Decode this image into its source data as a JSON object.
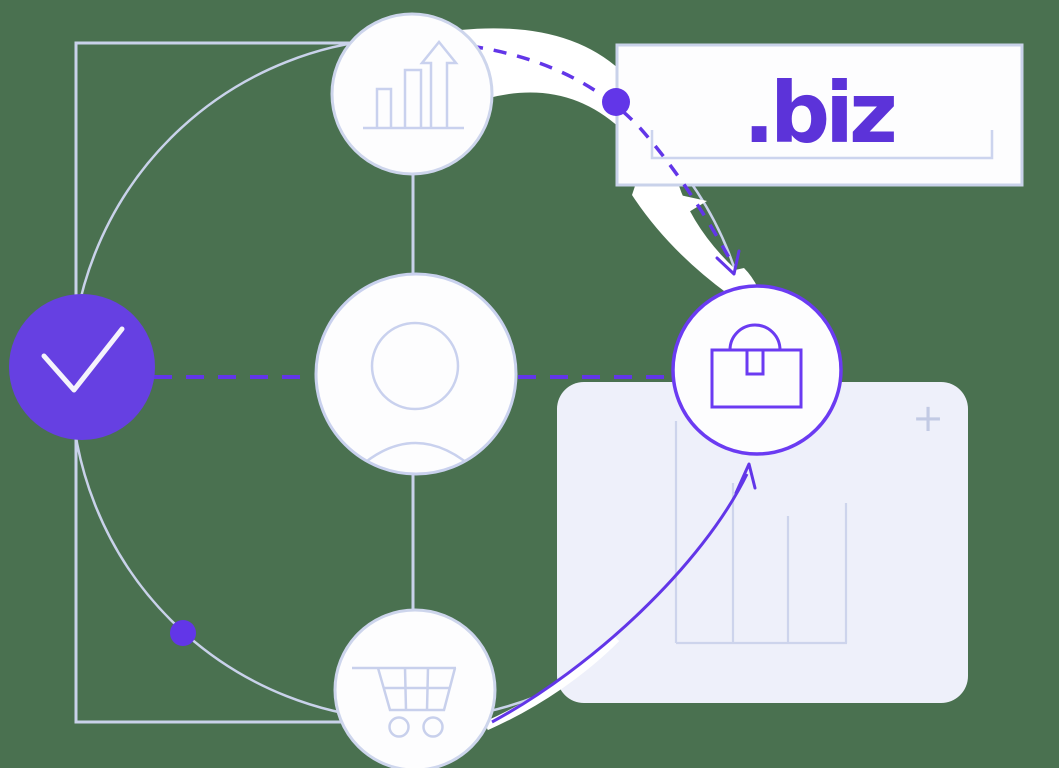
{
  "illustration": {
    "domain_box": {
      "label": ".biz"
    },
    "stats_panel": {
      "plus_sign": "+"
    },
    "icons": {
      "top_circle": "growth-bar-chart-icon",
      "middle_circle": "user-icon",
      "bottom_circle": "shopping-cart-icon",
      "left_circle": "checkmark-icon",
      "right_circle": "briefcase-icon",
      "panel_corner": "plus-icon",
      "panel_chart": "bar-chart-lines",
      "connectors": [
        "dashed-arrow-to-biz-box",
        "dashed-horizontal-connector",
        "curved-growth-arrow",
        "white-swoosh-arrow"
      ]
    },
    "colors": {
      "background_green": "#4A7150",
      "accent_purple": "#6236E8",
      "biz_text_purple": "#5C33D9",
      "briefcase_purple": "#6B3BF2",
      "check_circle_purple": "#6640E2",
      "periwinkle_line": "#CDD5EC",
      "panel_lavender": "#EEF0FA",
      "circle_white": "#FDFDFE"
    }
  }
}
